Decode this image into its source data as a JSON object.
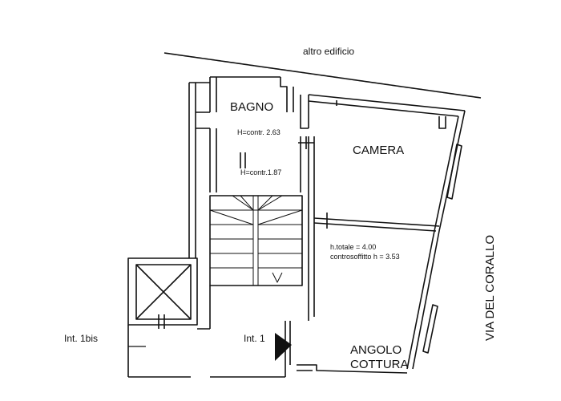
{
  "labels": {
    "neighbor": "altro edificio",
    "bathroom": "BAGNO",
    "bathroom_h1": "H=contr. 2.63",
    "bathroom_h2": "H=contr.1.87",
    "bedroom": "CAMERA",
    "height_total": "h.totale = 4.00",
    "height_ceiling": "controsoffitto h = 3.53",
    "kitchen_line1": "ANGOLO",
    "kitchen_line2": "COTTURA",
    "street": "VIA DEL CORALLO",
    "entrance_1bis": "Int. 1bis",
    "entrance_1": "Int. 1"
  },
  "colors": {
    "ink": "#111111",
    "wall_fill": "#f4f4f4"
  }
}
